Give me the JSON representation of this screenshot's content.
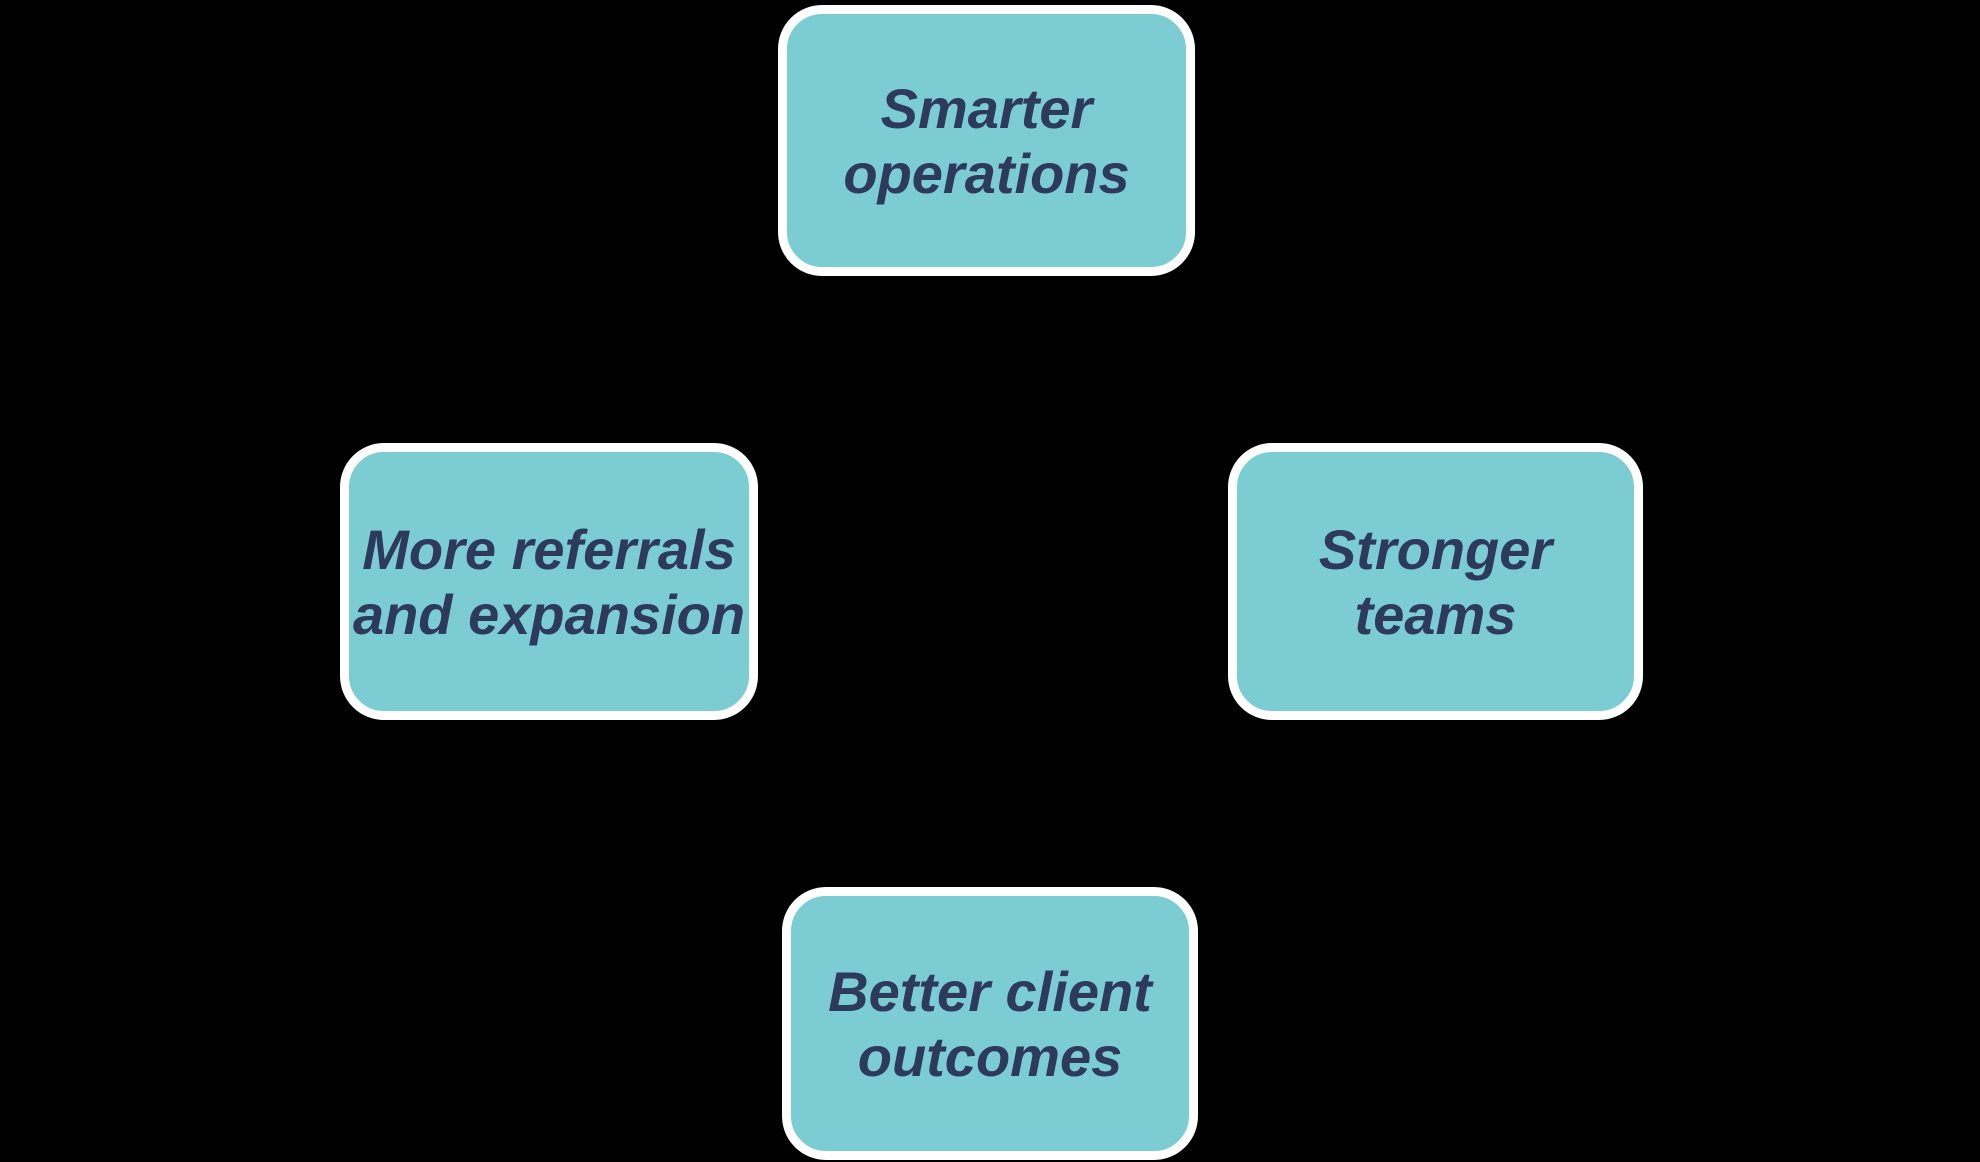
{
  "theme": {
    "background": "#000000",
    "node_fill": "#7CCDD3",
    "node_border": "#FFFFFF",
    "node_text": "#2E3A5C"
  },
  "diagram": {
    "type": "cycle",
    "nodes": [
      {
        "id": "smarter-operations",
        "position": "top",
        "label": "Smarter\noperations"
      },
      {
        "id": "more-referrals",
        "position": "left",
        "label": "More referrals\nand expansion"
      },
      {
        "id": "stronger-teams",
        "position": "right",
        "label": "Stronger\nteams"
      },
      {
        "id": "better-client-outcomes",
        "position": "bottom",
        "label": "Better client\noutcomes"
      }
    ]
  }
}
